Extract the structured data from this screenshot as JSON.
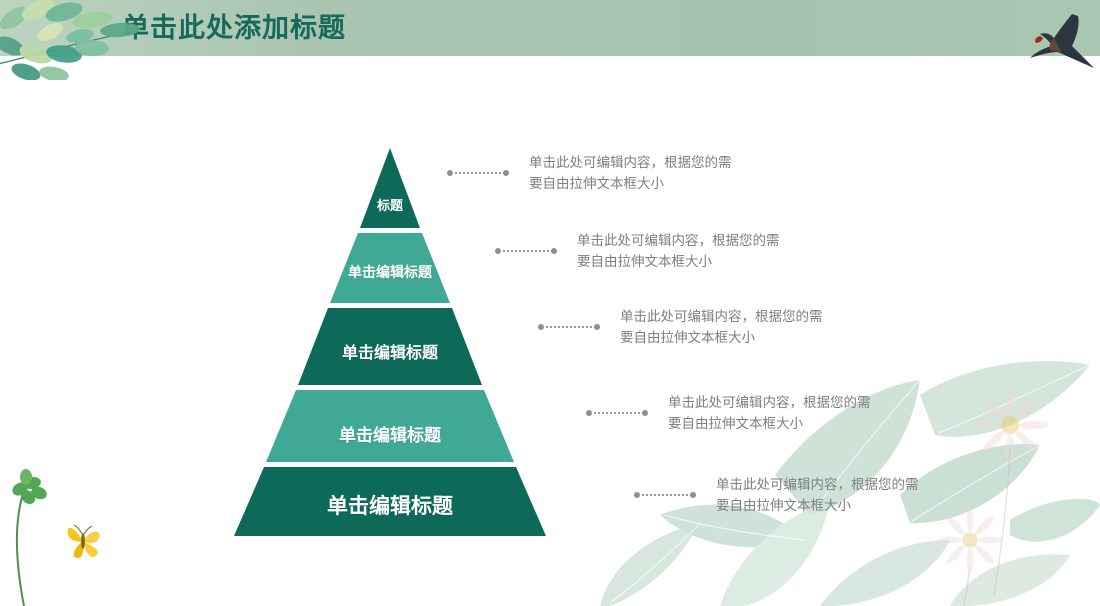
{
  "header": {
    "title": "单击此处添加标题",
    "band_color": "#a9c5b0",
    "title_color": "#17695c"
  },
  "decorations": [
    {
      "name": "leaf-branch-icon",
      "position": "top-left"
    },
    {
      "name": "swallow-bird-icon",
      "position": "top-right"
    },
    {
      "name": "clover-plant-icon",
      "position": "bottom-left"
    },
    {
      "name": "butterfly-icon",
      "position": "bottom-left"
    },
    {
      "name": "watercolor-foliage-icon",
      "position": "bottom-right"
    }
  ],
  "pyramid": {
    "colors": {
      "dark": "#0d6a59",
      "light": "#40a995"
    },
    "levels": [
      {
        "label": "标题",
        "fill": "#0d6a59",
        "font_size": "13px"
      },
      {
        "label": "单击编辑标题",
        "fill": "#40a995",
        "font_size": "14px"
      },
      {
        "label": "单击编辑标题",
        "fill": "#0d6a59",
        "font_size": "16px"
      },
      {
        "label": "单击编辑标题",
        "fill": "#40a995",
        "font_size": "17px"
      },
      {
        "label": "单击编辑标题",
        "fill": "#0d6a59",
        "font_size": "21px"
      }
    ]
  },
  "callouts": [
    {
      "text": "单击此处可编辑内容，根据您的需\n要自由拉伸文本框大小"
    },
    {
      "text": "单击此处可编辑内容，根据您的需\n要自由拉伸文本框大小"
    },
    {
      "text": "单击此处可编辑内容，根据您的需\n要自由拉伸文本框大小"
    },
    {
      "text": "单击此处可编辑内容，根据您的需\n要自由拉伸文本框大小"
    },
    {
      "text": "单击此处可编辑内容，根据您的需\n要自由拉伸文本框大小"
    }
  ]
}
